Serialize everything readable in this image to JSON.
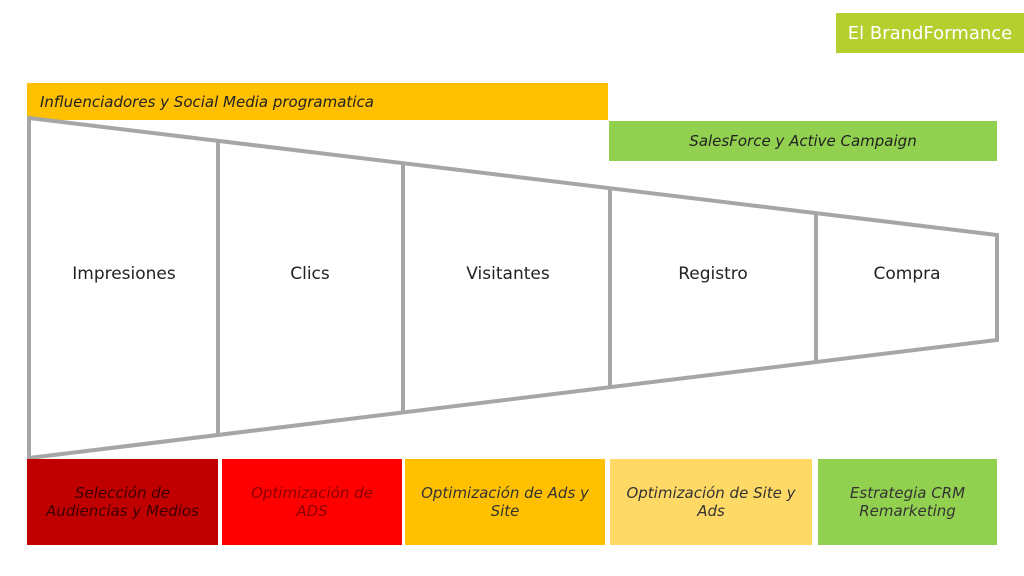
{
  "brand": {
    "label": "El BrandFormance",
    "color": "#b5cf2f"
  },
  "top_bars": [
    {
      "label": "Influenciadores y Social Media programatica",
      "color": "#ffc000"
    },
    {
      "label": "SalesForce y Active Campaign",
      "color": "#92d050"
    }
  ],
  "stages": [
    "Impresiones",
    "Clics",
    "Visitantes",
    "Registro",
    "Compra"
  ],
  "actions": [
    {
      "label": "Selección de Audiencias y Medios",
      "color": "#c00000"
    },
    {
      "label": "Optimización de ADS",
      "color": "#ff0000"
    },
    {
      "label": "Optimización de Ads y Site",
      "color": "#ffc000"
    },
    {
      "label": "Optimización de Site y Ads",
      "color": "#ffd966"
    },
    {
      "label": "Estrategia CRM Remarketing",
      "color": "#92d050"
    }
  ],
  "funnel_color": "#a6a6a6"
}
